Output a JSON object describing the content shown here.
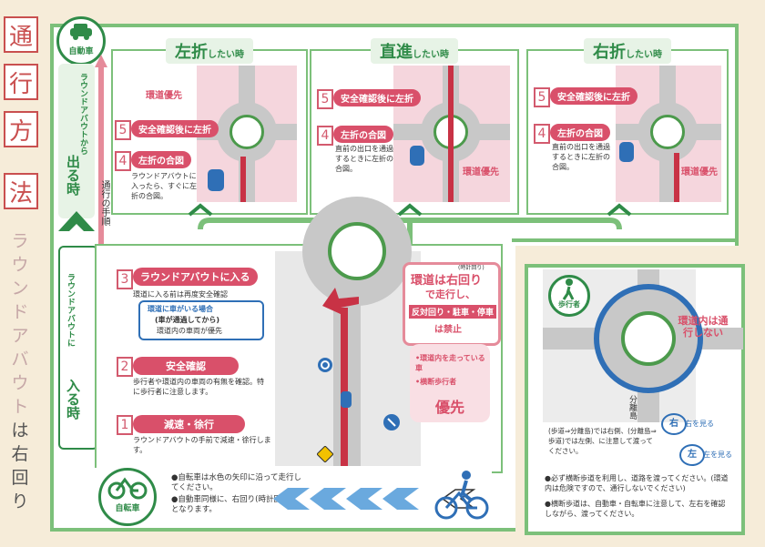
{
  "side_title": {
    "chars": [
      "通",
      "行",
      "方",
      "法"
    ],
    "subtitle_chars": [
      "ラ",
      "ウ",
      "ン",
      "ド",
      "ア",
      "バ",
      "ウ",
      "ト",
      "は",
      "右",
      "回",
      "り"
    ]
  },
  "vehicle_badge": {
    "label": "自動車"
  },
  "exit_section": {
    "label_top": "ラウンドアバウトから",
    "label_big": "出る時"
  },
  "enter_section": {
    "label_top": "ラウンドアバウトに",
    "label_big": "入る時"
  },
  "flow_label": "通行の手順",
  "panels": [
    {
      "title_big": "左折",
      "title_small": "したい時",
      "priority_label": "環道優先",
      "step5_num": "5",
      "step5_label": "安全確認後に左折",
      "step4_num": "4",
      "step4_label": "左折の合図",
      "step4_text": "ラウンドアバウトに入ったら、すぐに左折の合図。"
    },
    {
      "title_big": "直進",
      "title_small": "したい時",
      "priority_label": "環道優先",
      "step5_num": "5",
      "step5_label": "安全確認後に左折",
      "step4_num": "4",
      "step4_label": "左折の合図",
      "step4_text": "直前の出口を通過するときに左折の合図。"
    },
    {
      "title_big": "右折",
      "title_small": "したい時",
      "priority_label": "環道優先",
      "step5_num": "5",
      "step5_label": "安全確認後に左折",
      "step4_num": "4",
      "step4_label": "左折の合図",
      "step4_text": "直前の出口を通過するときに左折の合図。"
    }
  ],
  "enter_steps": [
    {
      "num": "3",
      "label": "ラウンドアバウトに入る",
      "text": "環道に入る前は再度安全確認",
      "subbox_title": "環道に車がいる場合",
      "subbox_line2": "(車が通過してから)",
      "subbox_line3": "環道内の車両が優先"
    },
    {
      "num": "2",
      "label": "安全確認",
      "text": "歩行者や環道内の車両の有無を確認。特に歩行者に注意します。"
    },
    {
      "num": "1",
      "label": "減速・徐行",
      "text": "ラウンドアバウトの手前で減速・徐行します。"
    }
  ],
  "rule_box": {
    "note": "(時計回り)",
    "line1": "環道は右回り",
    "line2": "で走行し、",
    "line3": "反対回り・駐車・停車",
    "line4": "は禁止"
  },
  "priority_box": {
    "item1": "•環道内を走っている車",
    "item2": "•横断歩行者",
    "big": "優先"
  },
  "bicycle": {
    "badge": "自転車",
    "text1": "●自転車は水色の矢印に沿って走行してください。",
    "text2": "●自動車同様に、右回り(時計回り)となります。"
  },
  "pedestrian": {
    "badge": "歩行者",
    "warning": "環道内は通行しない",
    "crossing_note": "(歩道⇒分離島)では右側、(分離島⇒歩道)では左側、に注意して渡ってください。",
    "island_label": "分離島",
    "look_right": "右を見る",
    "look_right_char": "右",
    "look_left": "左を見る",
    "look_left_char": "左",
    "note1": "●必ず横断歩道を利用し、道路を渡ってください。(環道内は危険ですので、通行しないでください)",
    "note2": "●横断歩道は、自動車・自転車に注意して、左右を確認しながら、渡ってください。"
  },
  "colors": {
    "green": "#7cc07a",
    "dark_green": "#2f8b48",
    "pink": "#d9506a",
    "blue": "#2f6fb6"
  }
}
